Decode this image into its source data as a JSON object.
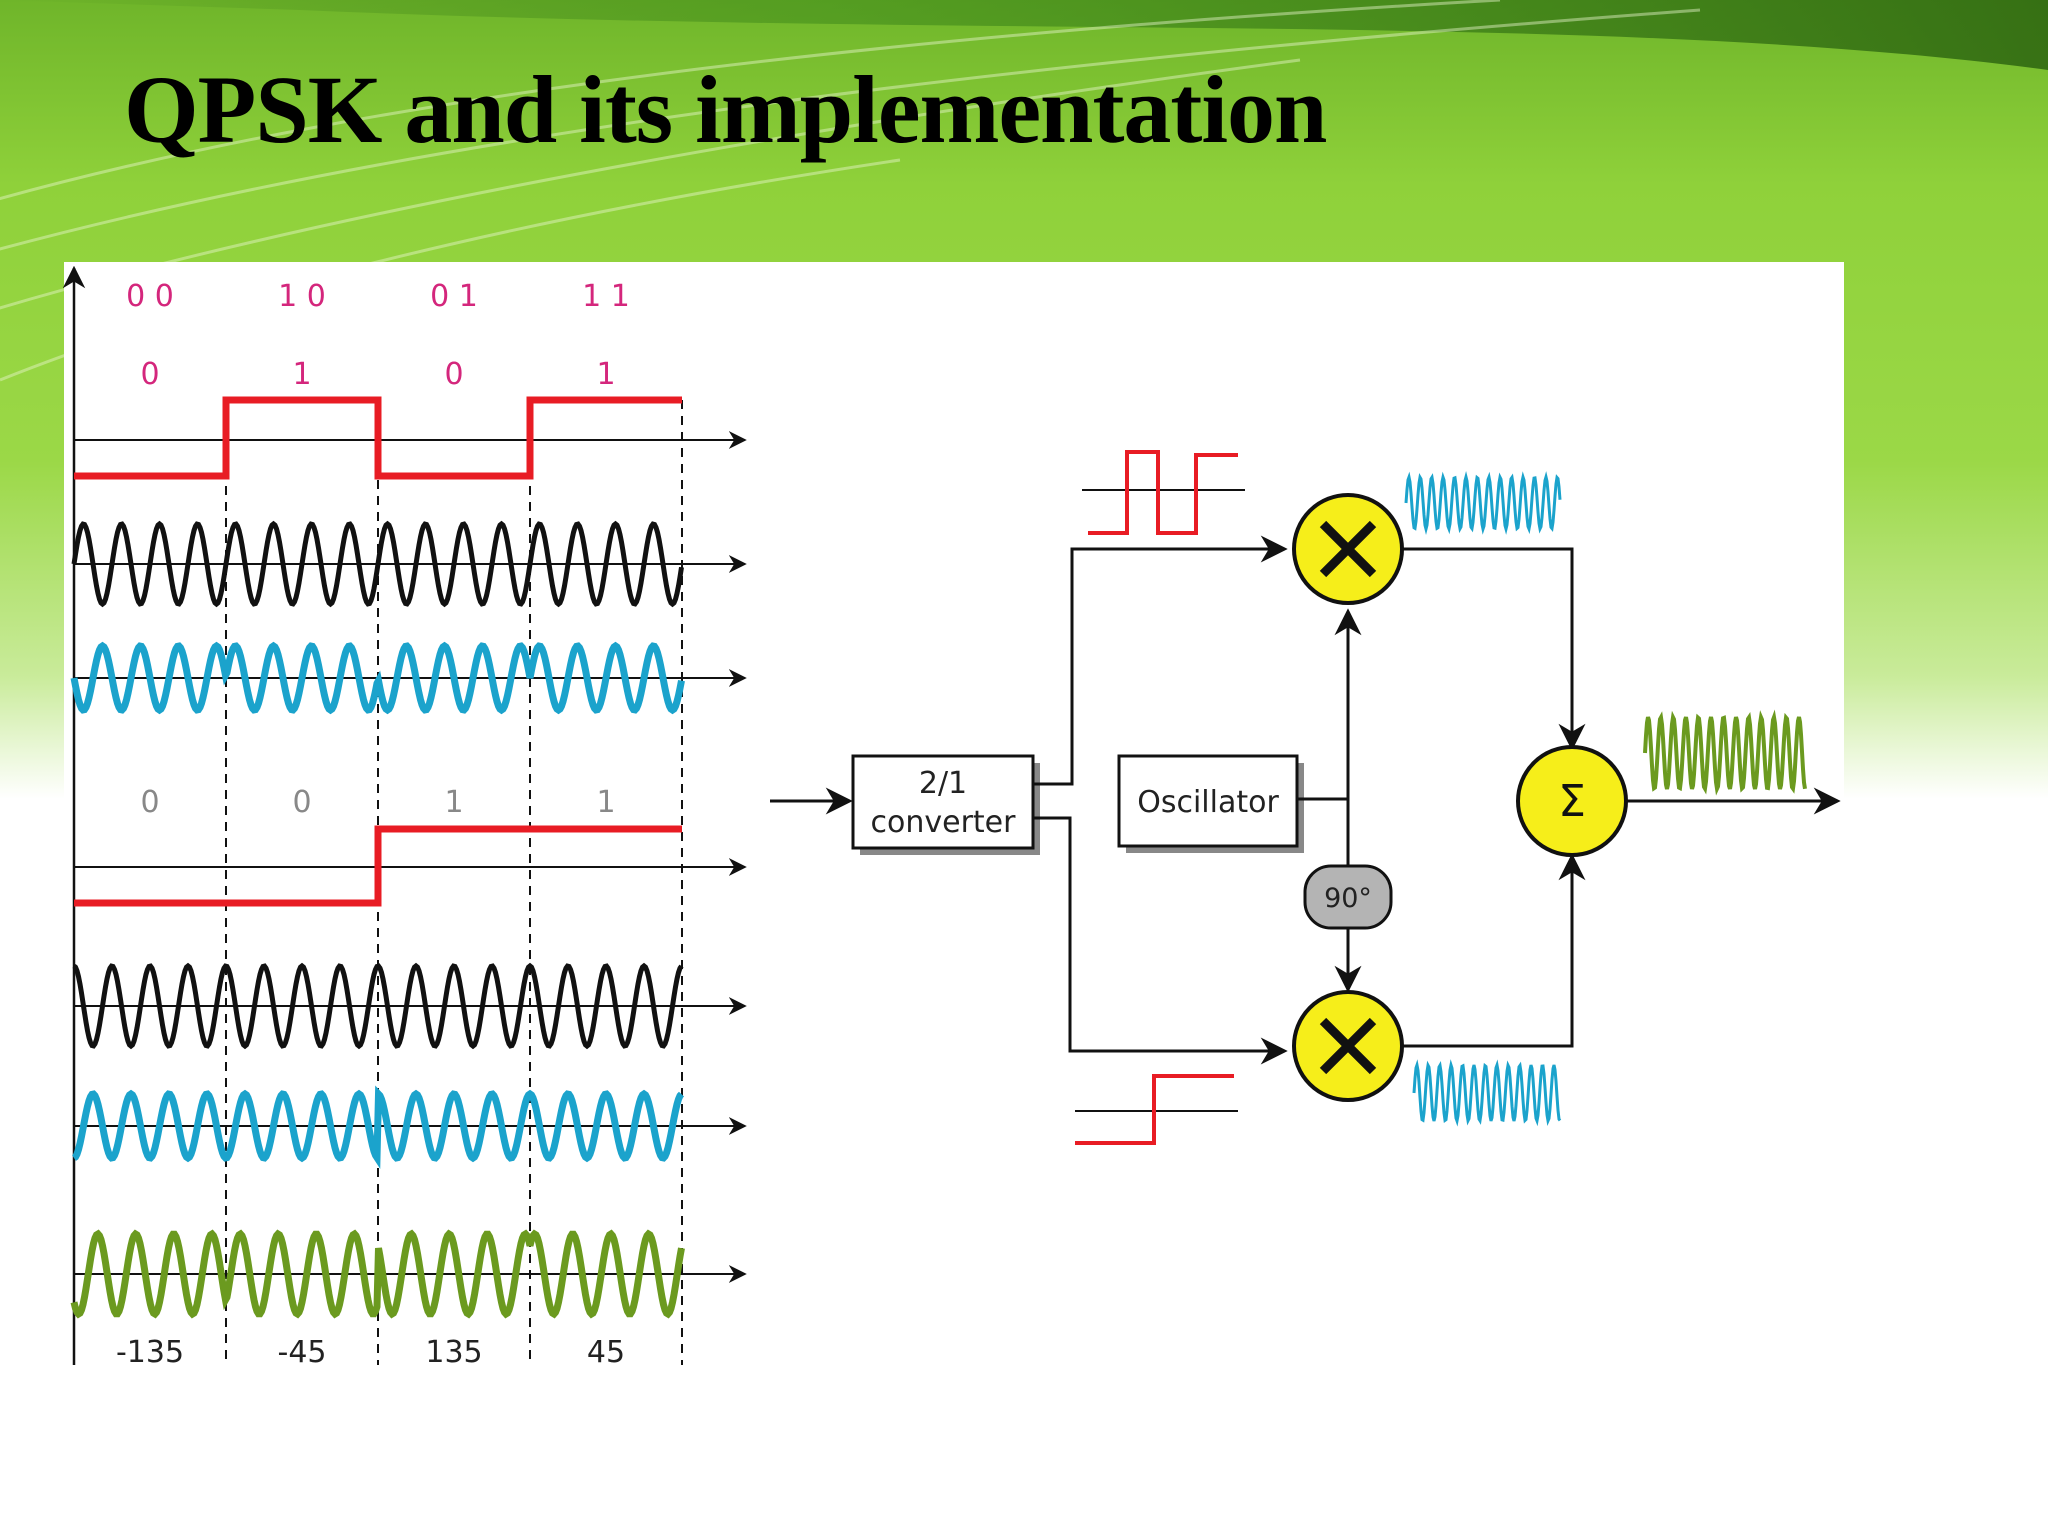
{
  "slide": {
    "title": "QPSK and its implementation"
  },
  "colors": {
    "bit_pulse": "#e81c24",
    "carrier_black": "#111111",
    "carrier_blue": "#1ba3cc",
    "qpsk_output": "#6b9a1f",
    "bit_label_magenta": "#d4267c",
    "mixer_fill": "#f6ee1a",
    "phase_box_fill": "#b4b4b4",
    "background_green": "#8fd13a"
  },
  "waveform_panel": {
    "dibit_labels": [
      "0 0",
      "1 0",
      "0 1",
      "1 1"
    ],
    "i_bits": [
      "0",
      "1",
      "0",
      "1"
    ],
    "q_bits": [
      "0",
      "0",
      "1",
      "1"
    ],
    "i_levels": [
      0,
      1,
      0,
      1
    ],
    "q_levels": [
      0,
      0,
      1,
      1
    ],
    "phase_labels": [
      "-135",
      "-45",
      "135",
      "45"
    ],
    "phases_deg": [
      -135,
      -45,
      135,
      45
    ],
    "cycles_per_symbol": 4
  },
  "block_diagram": {
    "converter_line1": "2/1",
    "converter_line2": "converter",
    "oscillator_label": "Oscillator",
    "phase_shift_label": "90°",
    "summer_symbol": "Σ"
  }
}
